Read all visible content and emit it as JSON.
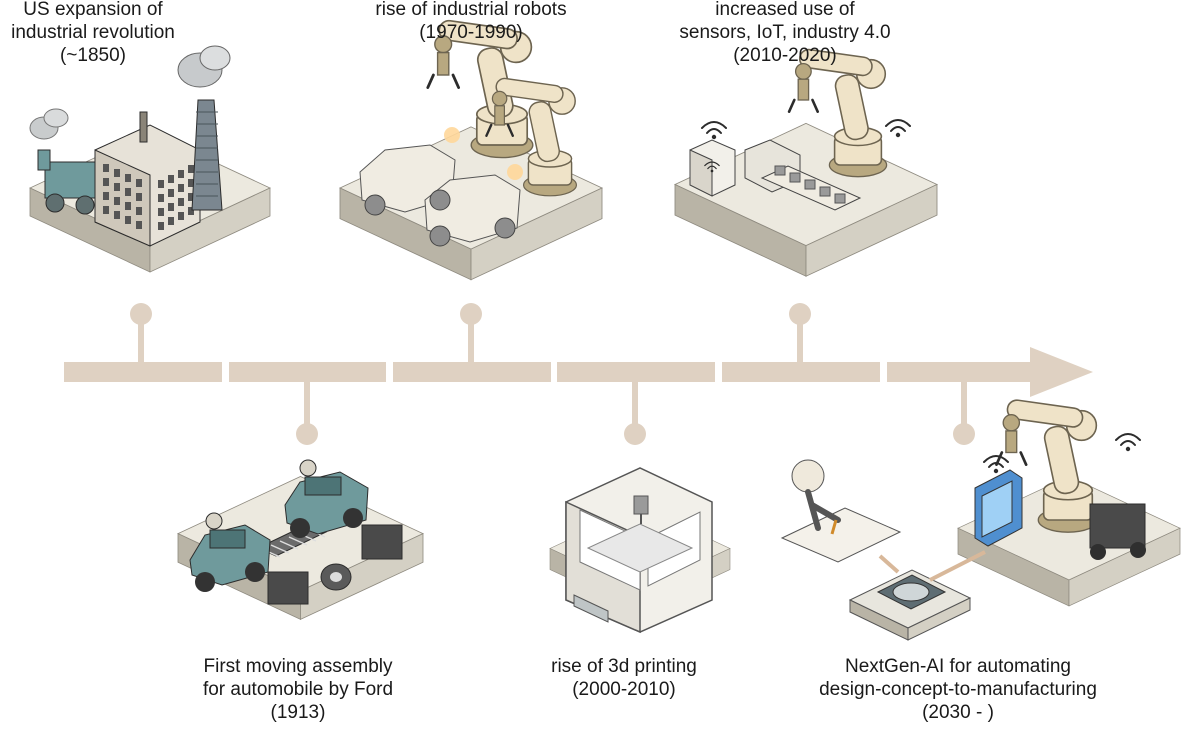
{
  "palette": {
    "timeline": "#dfd1c2",
    "base_top": "#ece9df",
    "base_left": "#b9b4a6",
    "base_right": "#d4d0c4",
    "robot": "#efe3c8",
    "robot_dark": "#b8a880",
    "metal": "#7f8c8f",
    "teal": "#6f9a9c",
    "blue": "#4f8fd0",
    "ink": "#2c2c2c"
  },
  "milestones": [
    {
      "id": "industrial-revolution",
      "position": "top",
      "lines": [
        "US expansion of",
        "industrial revolution",
        "(~1850)"
      ],
      "scene": "factory-icon"
    },
    {
      "id": "ford-assembly",
      "position": "bottom",
      "lines": [
        "First moving assembly",
        "for automobile by Ford",
        "(1913)"
      ],
      "scene": "car-assembly-icon"
    },
    {
      "id": "industrial-robots",
      "position": "top",
      "lines": [
        "rise of industrial robots",
        "(1970-1990)"
      ],
      "scene": "robot-arm-icon"
    },
    {
      "id": "3d-printing",
      "position": "bottom",
      "lines": [
        "rise of 3d printing",
        "(2000-2010)"
      ],
      "scene": "3d-printer-icon"
    },
    {
      "id": "industry-4",
      "position": "top",
      "lines": [
        "increased use of",
        "sensors, IoT, industry 4.0",
        "(2010-2020)"
      ],
      "scene": "iot-robot-icon"
    },
    {
      "id": "nextgen-ai",
      "position": "bottom",
      "lines": [
        "NextGen-AI for automating",
        "design-concept-to-manufacturing",
        "(2030 - )"
      ],
      "scene": "ai-chip-icon"
    }
  ]
}
